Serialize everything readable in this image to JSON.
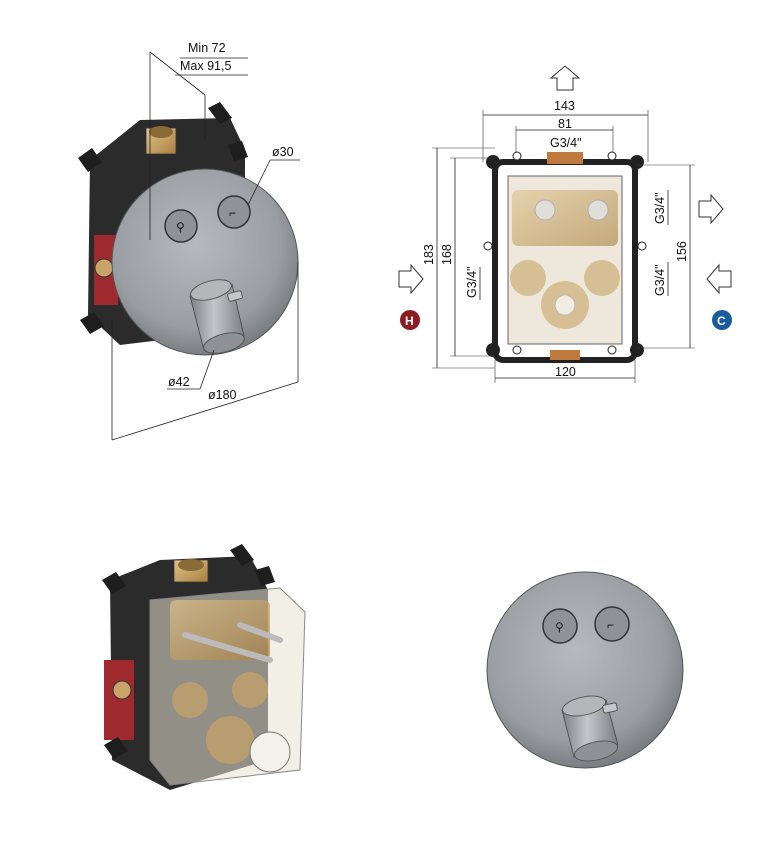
{
  "drawing": {
    "dims_top_left": {
      "min_depth": "Min 72",
      "max_depth": "Max 91,5",
      "button_diameter": "ø30",
      "knob_diameter": "ø42",
      "plate_diameter": "ø180"
    },
    "dims_top_right": {
      "overall_width": "143",
      "inner_width": "81",
      "top_thread": "G3/4\"",
      "height_outer": "183",
      "height_inner": "168",
      "height_right": "156",
      "bottom_width": "120",
      "thread_left": "G3/4\"",
      "thread_right_top": "G3/4\"",
      "thread_right_bottom": "G3/4\"",
      "hot_label": "H",
      "cold_label": "C"
    },
    "colors": {
      "hot": "#8c1c22",
      "cold": "#1a5a9e",
      "plate": "#9da1a6",
      "brass": "#c9a468",
      "frame": "#222222"
    },
    "icons": [
      "arrow-up-icon",
      "arrow-right-icon",
      "arrow-left-icon",
      "hand-shower-icon",
      "overhead-shower-icon"
    ]
  }
}
